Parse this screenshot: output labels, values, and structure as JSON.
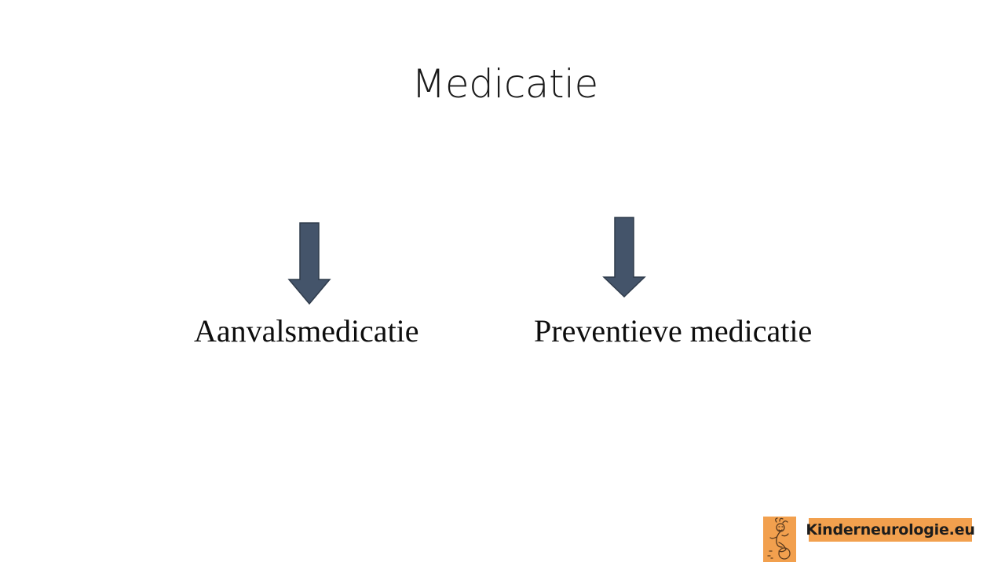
{
  "slide": {
    "title": "Medicatie"
  },
  "branches": [
    {
      "label": "Aanvalsmedicatie"
    },
    {
      "label": "Preventieve medicatie"
    }
  ],
  "colors": {
    "arrow_fill": "#44546a",
    "arrow_stroke": "#2f3b4b",
    "logo_background": "#f2a04e",
    "text": "#0d0d0d"
  },
  "logo": {
    "text": "Kinderneurologie.eu",
    "icon": "child-figure-icon"
  }
}
